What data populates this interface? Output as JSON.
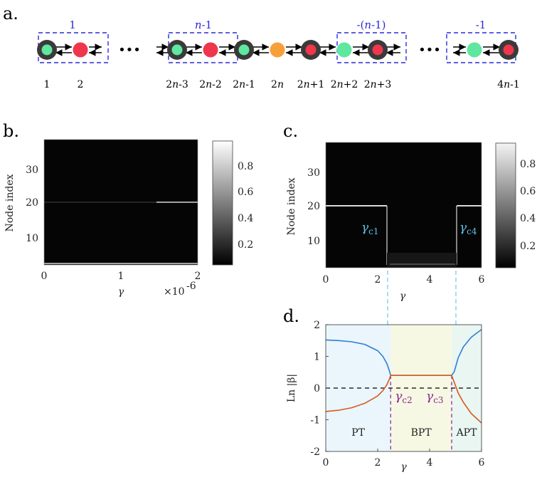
{
  "panels": {
    "a": "a.",
    "b": "b.",
    "c": "c.",
    "d": "d."
  },
  "chain": {
    "box_labels": [
      "1",
      "n-1",
      "-(n-1)",
      "-1"
    ],
    "node_labels": [
      "1",
      "2",
      "2n-3",
      "2n-2",
      "2n-1",
      "2n",
      "2n+1",
      "2n+2",
      "2n+3",
      "4n-1"
    ],
    "ellipsis": "•••",
    "colors": {
      "green": "#5fe7a0",
      "red": "#f0364c",
      "orange": "#f7a03a",
      "ring": "#3a3a3a",
      "box": "#2a2adb"
    }
  },
  "heatmap_b": {
    "ylabel": "Node index",
    "xlabel": "γ",
    "x_ticks": [
      "0",
      "1",
      "2"
    ],
    "y_ticks": [
      "10",
      "20",
      "30"
    ],
    "x_multiplier": "×10",
    "x_multiplier_exp": "-6",
    "colorbar_ticks": [
      "0.8",
      "0.6",
      "0.4",
      "0.2"
    ]
  },
  "heatmap_c": {
    "ylabel": "Node index",
    "xlabel": "γ",
    "x_ticks": [
      "0",
      "2",
      "4",
      "6"
    ],
    "y_ticks": [
      "10",
      "20",
      "30"
    ],
    "colorbar_ticks": [
      "0.8",
      "0.6",
      "0.4",
      "0.2"
    ],
    "gamma_c1": "γ",
    "gamma_c1_sub": "c1",
    "gamma_c4": "γ",
    "gamma_c4_sub": "c4"
  },
  "chart_data": {
    "type": "line",
    "xlabel": "γ",
    "ylabel": "Ln |β|",
    "xlim": [
      0,
      6
    ],
    "ylim": [
      -2,
      2
    ],
    "x_ticks": [
      "0",
      "2",
      "4",
      "6"
    ],
    "y_ticks": [
      "2",
      "1",
      "0",
      "-1",
      "-2"
    ],
    "regions": [
      {
        "label": "PT",
        "from": 0,
        "to": 2.5,
        "color": "#eaf6fb"
      },
      {
        "label": "BPT",
        "from": 2.5,
        "to": 4.85,
        "color": "#f6f8e3"
      },
      {
        "label": "APT",
        "from": 4.85,
        "to": 6,
        "color": "#eaf6f2"
      }
    ],
    "critical_points": {
      "gamma_c2": 2.5,
      "gamma_c3": 4.85,
      "gamma_c1": 2.4,
      "gamma_c4": 5.1
    },
    "labels": {
      "gamma_c2": "γ",
      "gamma_c2_sub": "c2",
      "gamma_c3": "γ",
      "gamma_c3_sub": "c3"
    },
    "series": [
      {
        "color": "#2f7fd6",
        "x": [
          0,
          0.5,
          1.0,
          1.5,
          2.0,
          2.2,
          2.35,
          2.45,
          2.5,
          4.85,
          4.95,
          5.1,
          5.3,
          5.6,
          6.0
        ],
        "y": [
          1.52,
          1.5,
          1.46,
          1.38,
          1.18,
          1.0,
          0.78,
          0.55,
          0.4,
          0.4,
          0.52,
          0.95,
          1.3,
          1.6,
          1.85
        ]
      },
      {
        "color": "#d65a1e",
        "x": [
          0,
          0.5,
          1.0,
          1.5,
          2.0,
          2.2,
          2.35,
          2.45,
          2.5,
          4.85,
          4.95,
          5.1,
          5.3,
          5.6,
          6.0
        ],
        "y": [
          -0.74,
          -0.7,
          -0.62,
          -0.48,
          -0.25,
          -0.08,
          0.1,
          0.28,
          0.4,
          0.4,
          0.18,
          -0.15,
          -0.45,
          -0.8,
          -1.1
        ]
      }
    ],
    "reference_line": {
      "y": 0,
      "style": "dashed",
      "color": "#000000"
    }
  }
}
